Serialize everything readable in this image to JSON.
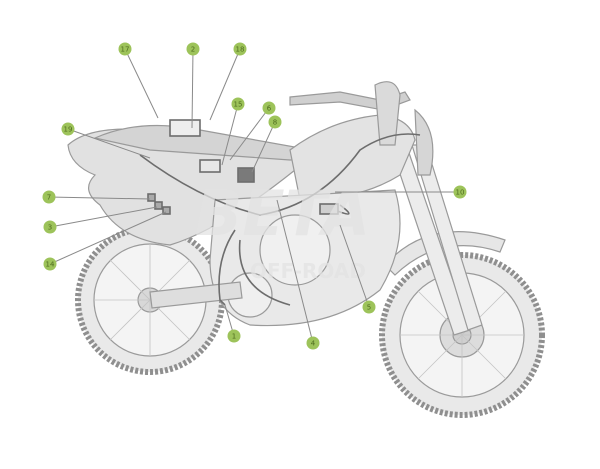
{
  "diagram": {
    "subject": "motorcycle-electrical-components",
    "watermark": "BETA OFF-ROAD",
    "callout_color": "#9dc35a",
    "callouts": [
      {
        "label": "17"
      },
      {
        "label": "2"
      },
      {
        "label": "18"
      },
      {
        "label": "15"
      },
      {
        "label": "6"
      },
      {
        "label": "8"
      },
      {
        "label": "19"
      },
      {
        "label": "7"
      },
      {
        "label": "3"
      },
      {
        "label": "14"
      },
      {
        "label": "10"
      },
      {
        "label": "5"
      },
      {
        "label": "1"
      },
      {
        "label": "4"
      }
    ]
  }
}
